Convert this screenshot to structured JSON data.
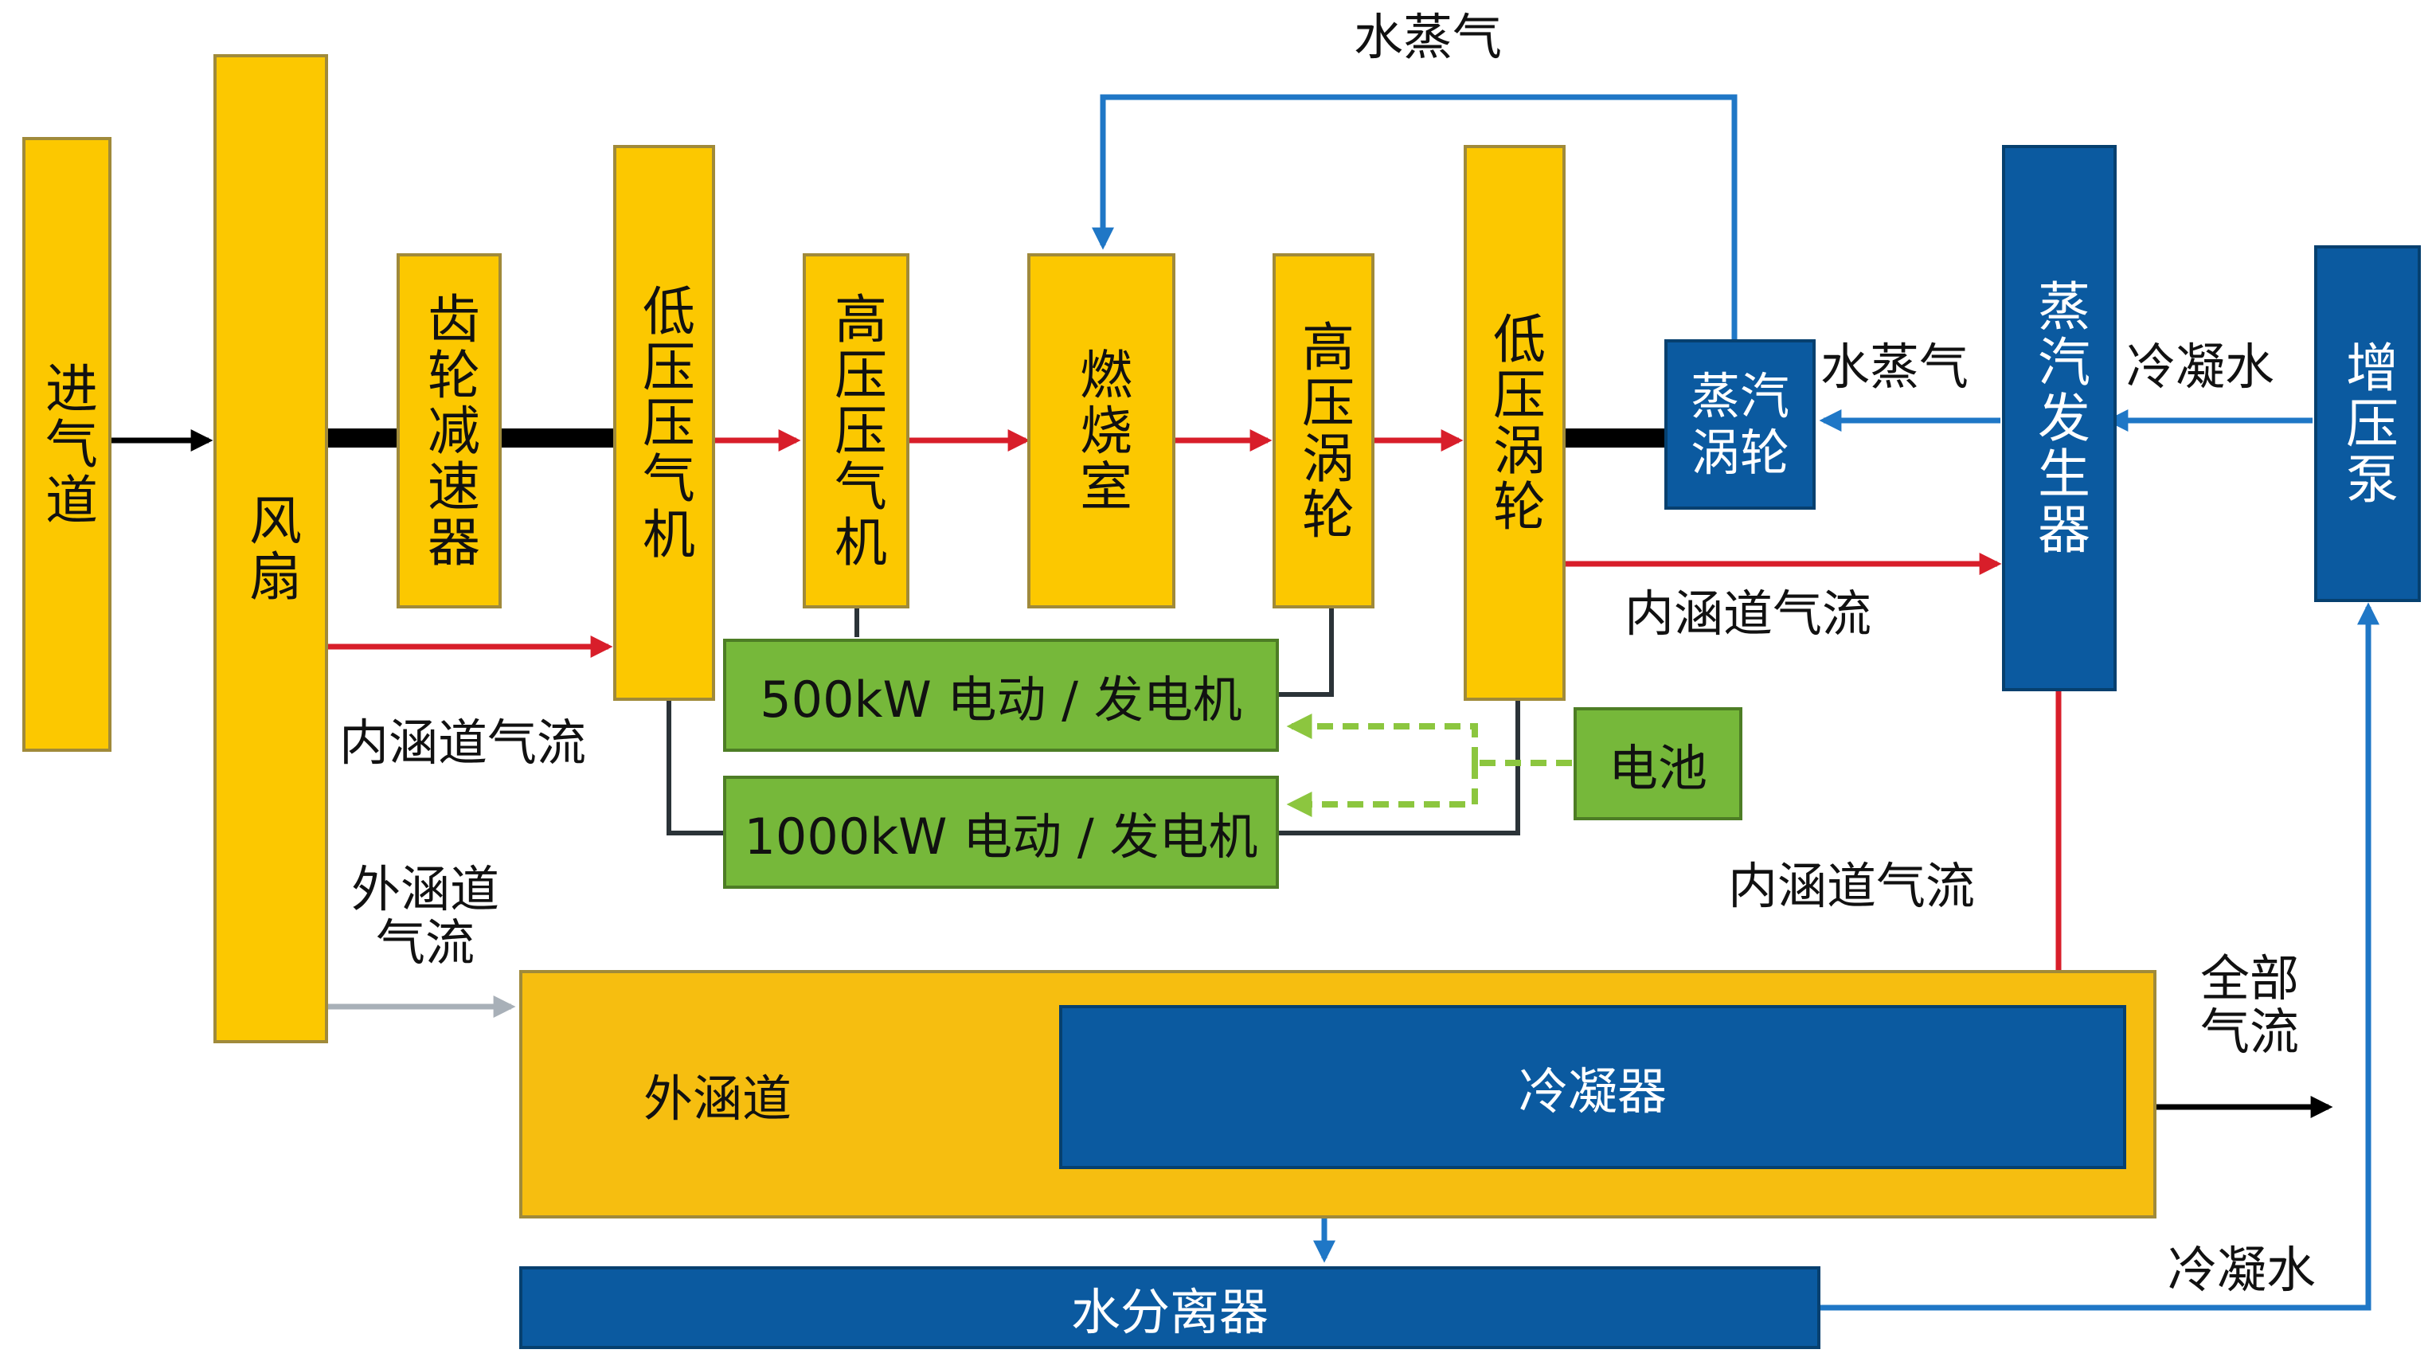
{
  "colors": {
    "core_flow": "#d81e2a",
    "steam_water": "#1f77c6",
    "shaft": "#000000",
    "electric": "#8cc63f",
    "bypass_flow": "#a8b0b8",
    "component_yellow": "#fcc800",
    "component_blue": "#0b5aa0",
    "component_green": "#76b83a"
  },
  "components": {
    "inlet": "进气道",
    "fan": "风扇",
    "gearbox": "齿轮减速器",
    "lpc": "低压压气机",
    "hpc": "高压压气机",
    "combustor": "燃烧室",
    "hpt": "高压涡轮",
    "lpt": "低压涡轮",
    "steam_turbine": "蒸汽涡轮",
    "steam_generator": "蒸汽发生器",
    "booster_pump": "增压泵",
    "motor_500": "500kW 电动 / 发电机",
    "motor_1000": "1000kW 电动 / 发电机",
    "battery": "电池",
    "bypass_duct": "外涵道",
    "condenser": "冷凝器",
    "water_separator": "水分离器"
  },
  "labels": {
    "steam_top": "水蒸气",
    "steam_mid": "水蒸气",
    "condensate_top": "冷凝水",
    "condensate_bottom": "冷凝水",
    "core_flow_left": "内涵道气流",
    "core_flow_right": "内涵道气流",
    "core_flow_down": "内涵道气流",
    "bypass_flow": "外涵道\n气流",
    "total_flow": "全部\n气流"
  }
}
